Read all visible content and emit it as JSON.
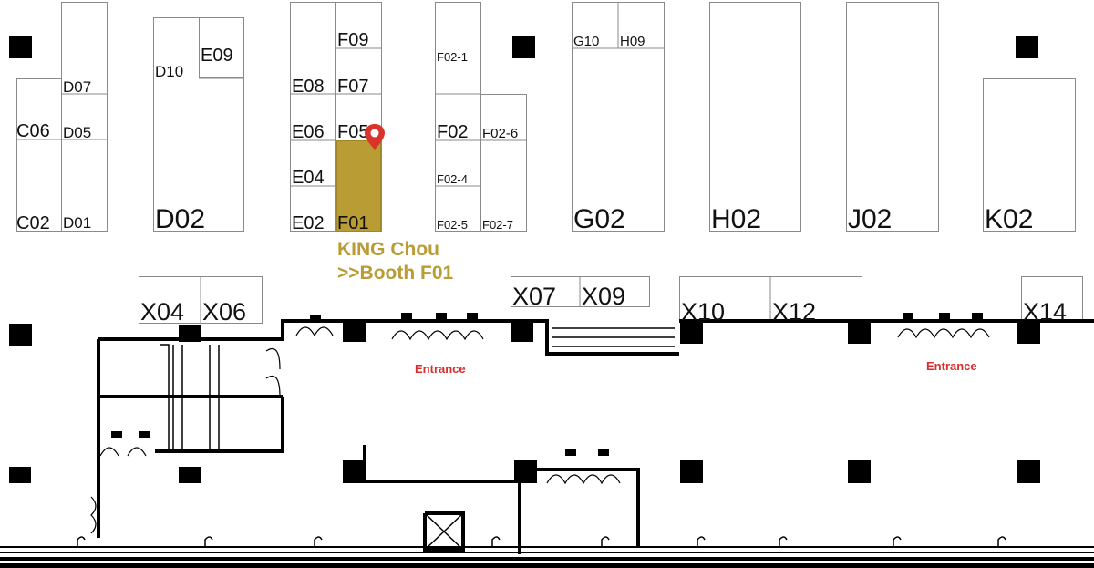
{
  "booths": {
    "C06": "C06",
    "C02": "C02",
    "D07": "D07",
    "D05": "D05",
    "D01": "D01",
    "D10": "D10",
    "D02": "D02",
    "E09": "E09",
    "F09": "F09",
    "F07": "F07",
    "F05": "F05",
    "F01": "F01",
    "E08": "E08",
    "E06": "E06",
    "E04": "E04",
    "E02": "E02",
    "F02_1": "F02-1",
    "F02": "F02",
    "F02_4": "F02-4",
    "F02_5": "F02-5",
    "F02_6": "F02-6",
    "F02_7": "F02-7",
    "G10": "G10",
    "H09": "H09",
    "G02": "G02",
    "H02": "H02",
    "J02": "J02",
    "K02": "K02",
    "X04": "X04",
    "X06": "X06",
    "X07": "X07",
    "X09": "X09",
    "X10": "X10",
    "X12": "X12",
    "X14": "X14"
  },
  "callout": {
    "line1": "KING Chou",
    "line2": ">>Booth F01",
    "color": "#b99c34"
  },
  "highlight": {
    "booth": "F01",
    "color": "#b99c34"
  },
  "entrances": [
    "Entrance",
    "Entrance"
  ],
  "entrance_color": "#d62d2d",
  "pin_color": "#d9342b"
}
